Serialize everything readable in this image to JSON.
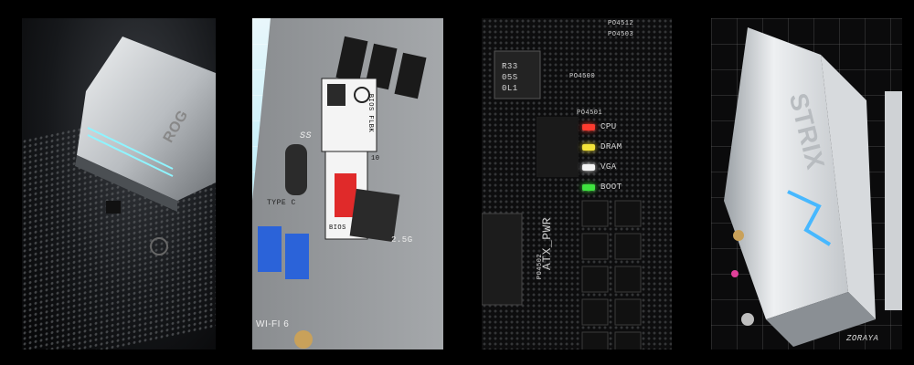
{
  "panel1": {
    "heatsink_text": "ROG"
  },
  "panel2": {
    "usb_label": "SS",
    "usb10_label": "10",
    "bios_flbk_label": "BIOS FLBK",
    "type_c_label": "TYPE C",
    "bios_label": "BIOS",
    "lan_label": "2.5G",
    "wifi_label": "WI-FI 6"
  },
  "panel3": {
    "chip_labels": [
      "R33",
      "05S",
      "0L1"
    ],
    "ref_labels": [
      "PO4512",
      "PO4501",
      "PO4502",
      "PO4500",
      "PO4503"
    ],
    "led_names": [
      "CPU",
      "DRAM",
      "VGA",
      "BOOT"
    ],
    "led_colors": [
      "#ff3b2f",
      "#f3e33a",
      "#f5f5f5",
      "#3fe33f"
    ],
    "connector_label": "ATX_PWR"
  },
  "panel4": {
    "brand_text": "STRIX",
    "plate_text": "ZORAYA"
  }
}
